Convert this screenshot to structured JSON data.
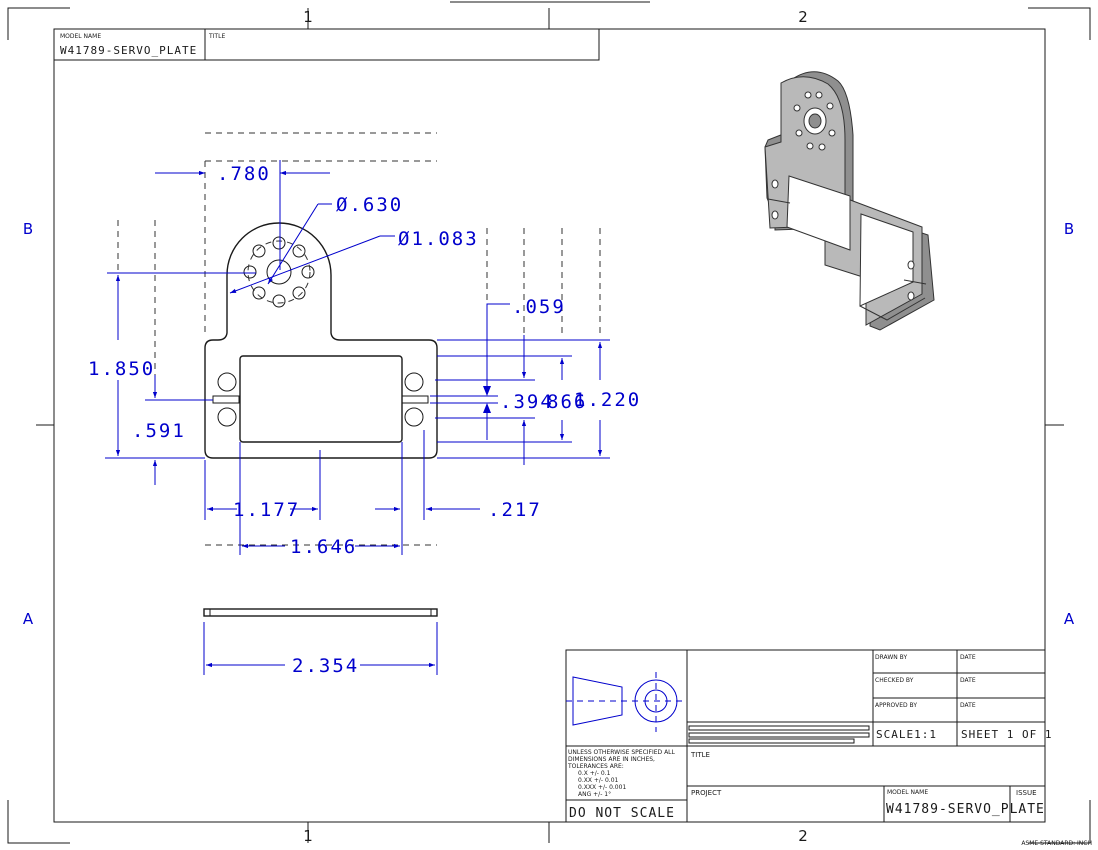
{
  "header": {
    "model_name_label": "MODEL NAME",
    "model_name": "W41789-SERVO_PLATE",
    "title_label": "TITLE"
  },
  "zones": {
    "top_left": "1",
    "top_right": "2",
    "left_b": "B",
    "left_a": "A",
    "right_b": "B",
    "right_a": "A",
    "bottom_left": "1",
    "bottom_right": "2"
  },
  "dimensions": {
    "d780": ".780",
    "dia630": "Ø.630",
    "dia1083": "Ø1.083",
    "d059": ".059",
    "d1850": "1.850",
    "d591": ".591",
    "d394": ".394",
    "d866": "866",
    "d1220": "1.220",
    "d1177": "1.177",
    "d217": ".217",
    "d1646": "1.646",
    "d2354": "2.354"
  },
  "title_block": {
    "drawn_by": "DRAWN BY",
    "checked_by": "CHECKED BY",
    "approved_by": "APPROVED BY",
    "date1": "DATE",
    "date2": "DATE",
    "date3": "DATE",
    "scale": "SCALE1:1",
    "sheet": "SHEET 1 OF 1",
    "tolerance_1": "UNLESS OTHERWISE SPECIFIED ALL",
    "tolerance_2": "DIMENSIONS ARE IN INCHES,",
    "tolerance_3": "TOLERANCES ARE:",
    "tolerance_4": "0.X +/- 0.1",
    "tolerance_5": "0.XX +/- 0.01",
    "tolerance_6": "0.XXX +/- 0.001",
    "tolerance_7": "ANG +/- 1°",
    "do_not_scale": "DO NOT SCALE",
    "title_label": "TITLE",
    "project_label": "PROJECT",
    "model_name_label": "MODEL NAME",
    "issue_label": "ISSUE",
    "model_name": "W41789-SERVO_PLATE"
  },
  "footer": {
    "standard": "ASME STANDARD: INCH"
  }
}
